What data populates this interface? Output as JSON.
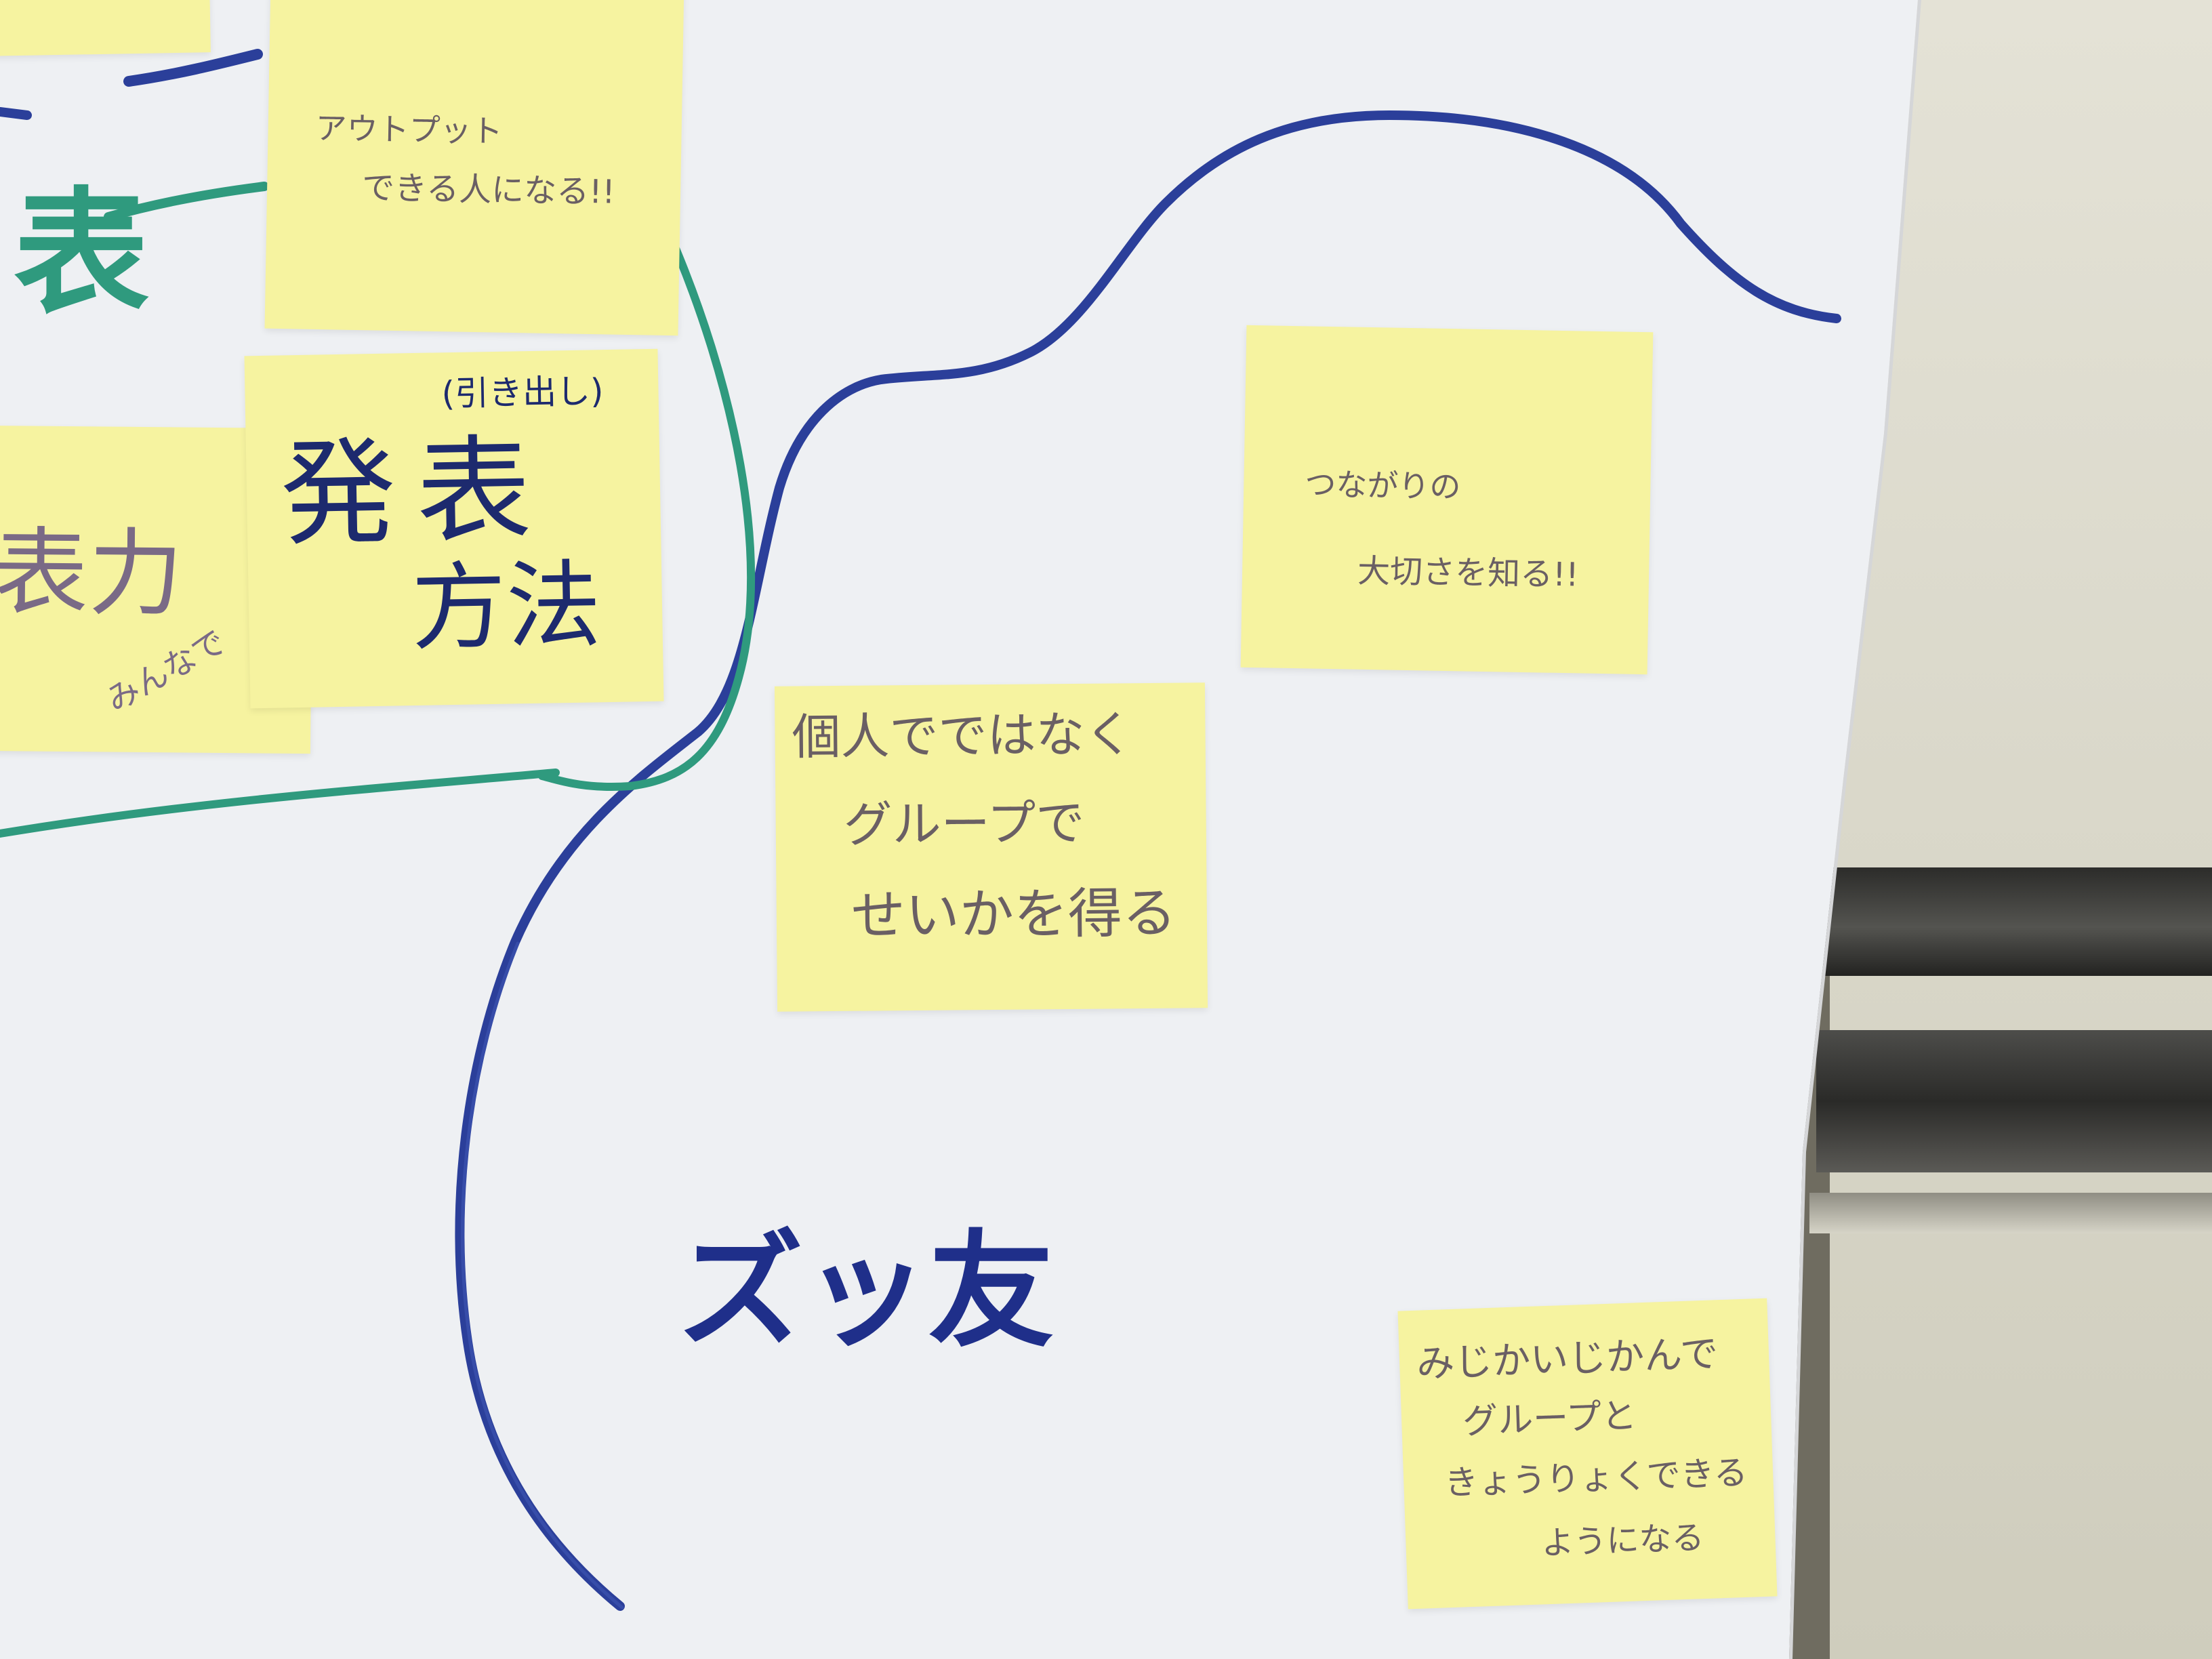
{
  "scene": {
    "wall_color": "#d9d8c8",
    "paper_color": "#ecedf0",
    "note_color": "#f6f3a0",
    "blue_marker": "#2b3f9a",
    "green_marker": "#2f9a7e",
    "pencil_color": "#6a5f64"
  },
  "chart_text": {
    "big_word_left_partial": "表",
    "left_note_partial": "表力",
    "left_note_small": "みんなで"
  },
  "notes": {
    "output": {
      "line1": "アウトプット",
      "line2": "できる人になる!!"
    },
    "presentation": {
      "annotation": "(引き出し)",
      "line1": "発",
      "line2": "表",
      "line3": "方法"
    },
    "connection": {
      "line1": "つながりの",
      "line2": "大切さを知る!!"
    },
    "group": {
      "line1": "個人でではなく",
      "line2": "グループで",
      "line3": "せいかを得る"
    },
    "short_time": {
      "line1": "みじかいじかんで",
      "line2": "グループと",
      "line3": "きょうりょくできる",
      "line4": "ようになる"
    }
  },
  "title": "ズッ友"
}
